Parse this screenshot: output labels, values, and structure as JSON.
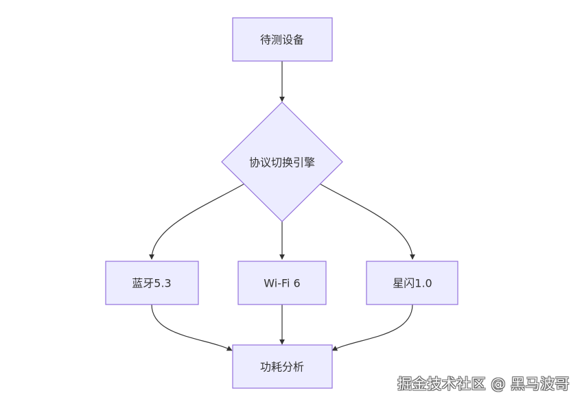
{
  "diagram": {
    "nodes": {
      "device": "待测设备",
      "engine": "协议切换引擎",
      "bluetooth": "蓝牙5.3",
      "wifi": "Wi-Fi 6",
      "starflash": "星闪1.0",
      "power": "功耗分析"
    }
  },
  "watermark": {
    "text": "掘金技术社区 @ 黑马波哥"
  },
  "colors": {
    "node_fill": "#ECECFF",
    "node_stroke": "#9370DB",
    "edge": "#333333",
    "text": "#333333"
  }
}
